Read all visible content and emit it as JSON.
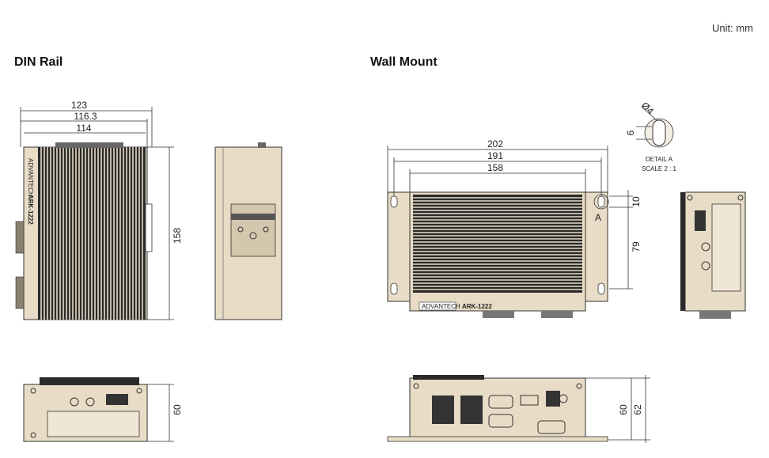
{
  "unit_label": "Unit: mm",
  "sections": {
    "din_rail": {
      "title": "DIN Rail"
    },
    "wall_mount": {
      "title": "Wall Mount"
    }
  },
  "din_dims": {
    "w1": "123",
    "w2": "116.3",
    "w3": "114",
    "h": "158",
    "depth": "60"
  },
  "wall_dims": {
    "w1": "202",
    "w2": "191",
    "w3": "158",
    "v1": "10",
    "v2": "79",
    "d1": "60",
    "d2": "62"
  },
  "detail": {
    "dia": "Ø4",
    "gap": "6",
    "label": "DETAIL A",
    "scale": "SCALE 2 : 1",
    "marker": "A"
  },
  "product": {
    "brand": "ADVANTECH",
    "model": "ARK-1222"
  }
}
